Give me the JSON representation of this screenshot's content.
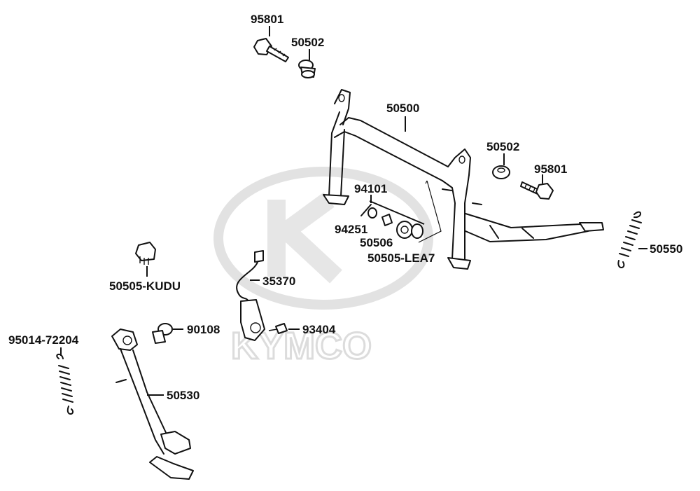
{
  "watermark": {
    "brand": "KYMCO"
  },
  "labels": {
    "p95801_top": "95801",
    "p50502_top": "50502",
    "p50500": "50500",
    "p50502_right": "50502",
    "p95801_right": "95801",
    "p94101": "94101",
    "p94251": "94251",
    "p50506": "50506",
    "p50505_lea7": "50505-LEA7",
    "p50550": "50550",
    "p50505_kudu": "50505-KUDU",
    "p35370": "35370",
    "p90108": "90108",
    "p93404": "93404",
    "p95014": "95014-72204",
    "p50530": "50530"
  }
}
